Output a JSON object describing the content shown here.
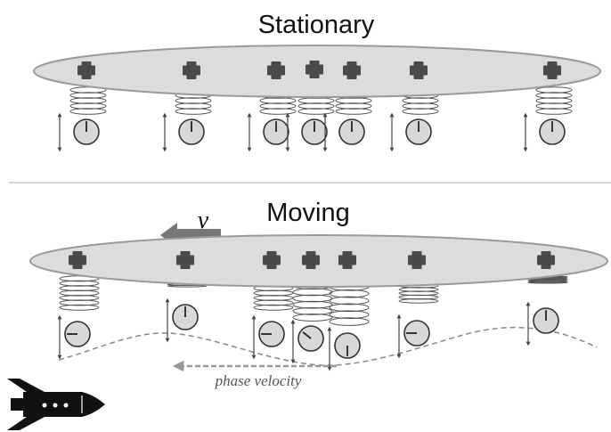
{
  "stationary": {
    "title": "Stationary",
    "clock_hands": [
      "up",
      "up",
      "up",
      "up",
      "up",
      "up",
      "up"
    ]
  },
  "moving": {
    "title": "Moving",
    "velocity_label": "v",
    "phase_velocity_label": "phase velocity",
    "clock_hands": [
      "left",
      "up",
      "left",
      "diagonal",
      "down",
      "left",
      "up"
    ]
  },
  "colors": {
    "ion": "#4a4a4a",
    "nucleus_ellipse": "#dcdcdc",
    "ellipse_stroke": "#9a9a9a",
    "clock_face": "#d8d8d8",
    "velocity_arrow": "#777777",
    "phase_line": "#888888",
    "divider": "#bdbdbd",
    "rocket": "#111111"
  },
  "icons": {
    "ion": "plus-ion-icon",
    "spring": "spring-coil-icon",
    "clock": "clock-icon",
    "rocket": "rocket-icon",
    "oscillation": "double-arrow-icon"
  }
}
